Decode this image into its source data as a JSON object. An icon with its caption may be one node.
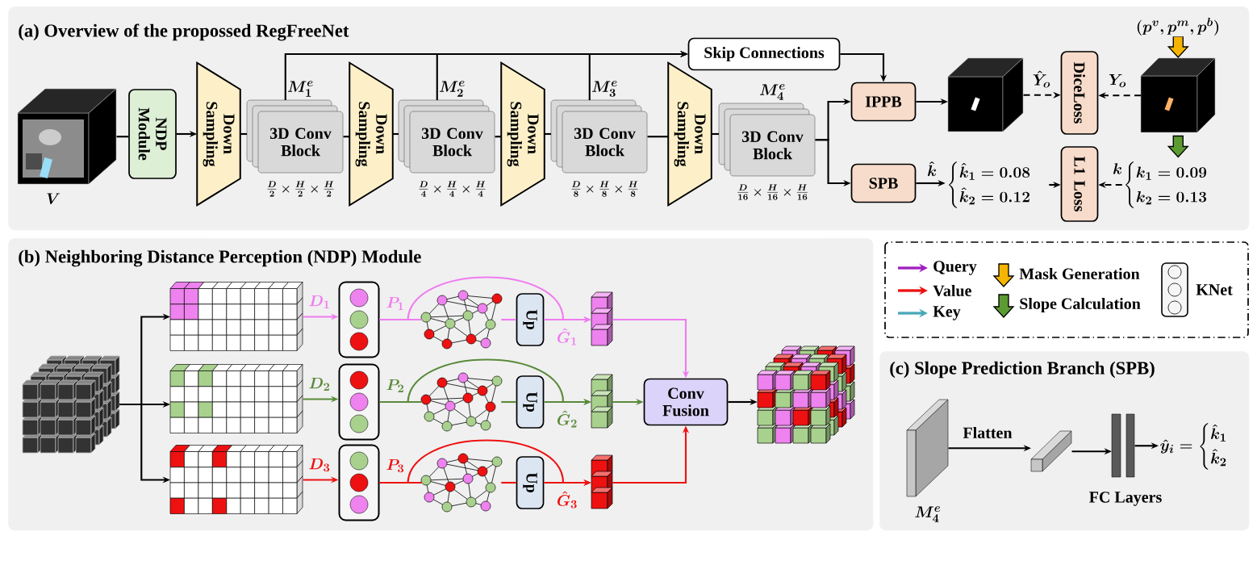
{
  "diagram": {
    "nodes": [
      {
        "text": [
          "(a) Overview of the propossed RegFreeNet"
        ]
      },
      {
        "text": [],
        "shape": "picture",
        "beside": [
          "V"
        ],
        "in": 0
      },
      {
        "text": [
          "NDP Module"
        ],
        "in": 0
      },
      {
        "text": [
          "Down Sampling"
        ],
        "in": 0
      },
      {
        "text": [
          "3D Conv Block"
        ],
        "beside": [
          "M_1^e",
          "\\frac{D}{2}\\times\\frac{H}{2}\\times\\frac{H}{2}"
        ],
        "in": 0
      },
      {
        "text": [
          "Down Sampling"
        ],
        "in": 0
      },
      {
        "text": [
          "3D Conv Block"
        ],
        "beside": [
          "M_2^e",
          "\\frac{D}{4}\\times\\frac{H}{4}\\times\\frac{H}{4}"
        ],
        "in": 0
      },
      {
        "text": [
          "Down Sampling"
        ],
        "in": 0
      },
      {
        "text": [
          "3D Conv Block"
        ],
        "beside": [
          "M_3^e",
          "\\frac{D}{8}\\times\\frac{H}{8}\\times\\frac{H}{8}"
        ],
        "in": 0
      },
      {
        "text": [
          "Down Sampling"
        ],
        "in": 0
      },
      {
        "text": [
          "3D Conv Block"
        ],
        "beside": [
          "M_4^e",
          "\\frac{D}{16}\\times\\frac{H}{16}\\times\\frac{H}{16}"
        ],
        "in": 0
      },
      {
        "text": [
          "Skip Connections"
        ],
        "in": 0
      },
      {
        "text": [
          "IPPB"
        ],
        "in": 0
      },
      {
        "text": [
          "SPB"
        ],
        "in": 0
      },
      {
        "text": [],
        "shape": "picture",
        "in": 0
      },
      {
        "text": [
          "DiceLoss"
        ],
        "in": 0
      },
      {
        "text": [],
        "shape": "picture",
        "in": 0
      },
      {
        "text": [
          "\\begin{cases}\\hat{k}_1 = 0.08\\\\ \\hat{k}_2 = 0.12\\end{cases}"
        ],
        "in": 0
      },
      {
        "text": [
          "L1 Loss"
        ],
        "in": 0
      },
      {
        "text": [
          "\\begin{cases}k_1 = 0.09\\\\ k_2 = 0.13\\end{cases}"
        ],
        "in": 0
      },
      {
        "text": [
          "(b) Neighboring Distance Perception (NDP) Module"
        ]
      },
      {
        "text": [],
        "shape": "picture",
        "in": 20
      },
      {
        "text": [],
        "shape": "picture",
        "in": 20
      },
      {
        "text": [],
        "shape": "picture",
        "in": 20
      },
      {
        "text": [],
        "shape": "picture",
        "in": 20
      },
      {
        "text": [],
        "shape": "box",
        "in": 20
      },
      {
        "text": [],
        "shape": "box",
        "in": 20
      },
      {
        "text": [],
        "shape": "box",
        "in": 20
      },
      {
        "text": [],
        "shape": "picture",
        "in": 20
      },
      {
        "text": [],
        "shape": "picture",
        "in": 20
      },
      {
        "text": [],
        "shape": "picture",
        "in": 20
      },
      {
        "text": [
          "Up"
        ],
        "in": 20
      },
      {
        "text": [
          "Up"
        ],
        "in": 20
      },
      {
        "text": [
          "Up"
        ],
        "in": 20
      },
      {
        "text": [],
        "shape": "picture",
        "in": 20
      },
      {
        "text": [],
        "shape": "picture",
        "in": 20
      },
      {
        "text": [],
        "shape": "picture",
        "in": 20
      },
      {
        "text": [
          "Conv Fusion"
        ],
        "in": 20
      },
      {
        "text": [],
        "shape": "picture",
        "in": 20
      },
      {
        "text": [
          "(c) Slope Prediction Branch (SPB)"
        ]
      },
      {
        "text": [],
        "shape": "box",
        "beside": [
          "M_4^e"
        ],
        "in": 39
      },
      {
        "text": [],
        "shape": "box",
        "in": 39
      },
      {
        "text": [],
        "shape": "picture",
        "beside": [
          "FC Layers"
        ],
        "in": 39
      },
      {
        "text": [
          "\\hat{y}_i=\\begin{cases}\\hat{k}_1\\\\ \\hat{k}_2\\end{cases}"
        ],
        "in": 39
      }
    ],
    "edges": [
      {
        "from": 1,
        "to": 2,
        "arrow": "none"
      },
      {
        "from": 2,
        "to": 3,
        "arrow": "to"
      },
      {
        "from": 3,
        "to": 4,
        "arrow": "none"
      },
      {
        "from": 4,
        "to": 5,
        "arrow": "none"
      },
      {
        "from": 5,
        "to": 6,
        "arrow": "none"
      },
      {
        "from": 6,
        "to": 7,
        "arrow": "none"
      },
      {
        "from": 7,
        "to": 8,
        "arrow": "none"
      },
      {
        "from": 8,
        "to": 9,
        "arrow": "none"
      },
      {
        "from": 9,
        "to": 10,
        "arrow": "none"
      },
      {
        "from": 4,
        "to": 11,
        "arrow": "to"
      },
      {
        "from": 6,
        "to": 11,
        "arrow": "to"
      },
      {
        "from": 8,
        "to": 11,
        "arrow": "to"
      },
      {
        "from": 10,
        "to": 12,
        "arrow": "to"
      },
      {
        "from": 10,
        "to": 13,
        "arrow": "to"
      },
      {
        "from": 11,
        "to": 12,
        "arrow": "to"
      },
      {
        "from": 12,
        "to": 14,
        "arrow": "to"
      },
      {
        "from": 14,
        "to": 15,
        "arrow": "to",
        "style": "dashed",
        "label": "\\hat{Y}_o"
      },
      {
        "from": 16,
        "to": 15,
        "arrow": "to",
        "style": "dashed",
        "label": "Y_o"
      },
      {
        "from": null,
        "to": 16,
        "arrow": "to",
        "style": "thick",
        "color": "#f5b400",
        "label": "(p^v, p^m, p^b)"
      },
      {
        "from": 16,
        "to": 19,
        "arrow": "to",
        "style": "thick",
        "color": "#5c9b32"
      },
      {
        "from": 13,
        "to": 17,
        "arrow": "to",
        "label": "\\hat{k}"
      },
      {
        "from": 17,
        "to": 18,
        "arrow": "to",
        "style": "dashed"
      },
      {
        "from": 19,
        "to": 18,
        "arrow": "to",
        "style": "dashed",
        "label": "k"
      },
      {
        "from": 21,
        "to": 22,
        "arrow": "to"
      },
      {
        "from": 21,
        "to": 23,
        "arrow": "to"
      },
      {
        "from": 21,
        "to": 24,
        "arrow": "to"
      },
      {
        "from": 22,
        "to": 25,
        "arrow": "to",
        "color": "#f07cf0",
        "label": "D_1"
      },
      {
        "from": 23,
        "to": 26,
        "arrow": "to",
        "color": "#5a8a3a",
        "label": "D_2"
      },
      {
        "from": 24,
        "to": 27,
        "arrow": "to",
        "color": "#ee1111",
        "label": "D_3"
      },
      {
        "from": 25,
        "to": 28,
        "arrow": "none",
        "color": "#f07cf0",
        "label": "P_1"
      },
      {
        "from": 25,
        "to": 34,
        "arrow": "to",
        "color": "#f07cf0"
      },
      {
        "from": 28,
        "to": 31,
        "arrow": "none",
        "color": "#f07cf0"
      },
      {
        "from": 31,
        "to": 34,
        "arrow": "to",
        "color": "#f07cf0",
        "label": "\\hat{G}_1"
      },
      {
        "from": 26,
        "to": 29,
        "arrow": "none",
        "color": "#5a8a3a",
        "label": "P_2"
      },
      {
        "from": 26,
        "to": 35,
        "arrow": "to",
        "color": "#5a8a3a"
      },
      {
        "from": 29,
        "to": 32,
        "arrow": "none",
        "color": "#5a8a3a"
      },
      {
        "from": 32,
        "to": 35,
        "arrow": "to",
        "color": "#5a8a3a",
        "label": "\\hat{G}_2"
      },
      {
        "from": 27,
        "to": 30,
        "arrow": "none",
        "color": "#ee1111",
        "label": "P_3"
      },
      {
        "from": 27,
        "to": 36,
        "arrow": "to",
        "color": "#ee1111"
      },
      {
        "from": 30,
        "to": 33,
        "arrow": "none",
        "color": "#ee1111"
      },
      {
        "from": 33,
        "to": 36,
        "arrow": "to",
        "color": "#ee1111",
        "label": "\\hat{G}_3"
      },
      {
        "from": 34,
        "to": 37,
        "arrow": "to",
        "color": "#f07cf0"
      },
      {
        "from": 35,
        "to": 37,
        "arrow": "to",
        "color": "#5a8a3a"
      },
      {
        "from": 36,
        "to": 37,
        "arrow": "to",
        "color": "#ee1111"
      },
      {
        "from": 37,
        "to": 38,
        "arrow": "to"
      },
      {
        "from": 40,
        "to": 41,
        "arrow": "to",
        "label": "Flatten"
      },
      {
        "from": 41,
        "to": 42,
        "arrow": "to"
      },
      {
        "from": 42,
        "to": 43,
        "arrow": "to"
      }
    ],
    "legend": [
      {
        "text": "Query"
      },
      {
        "text": "Value"
      },
      {
        "text": "Key"
      },
      {
        "text": "Mask Generation"
      },
      {
        "text": "Slope Calculation"
      },
      {
        "text": "KNet"
      }
    ]
  }
}
